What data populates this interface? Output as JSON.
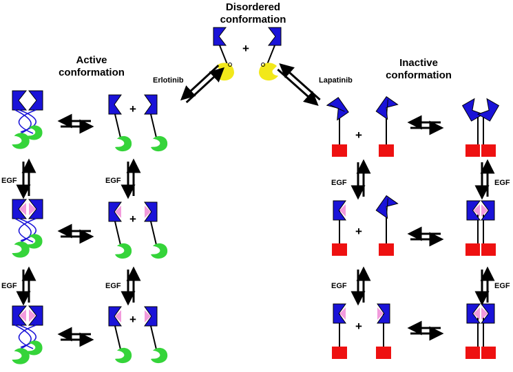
{
  "titles": {
    "disordered_line1": "Disordered",
    "disordered_line2": "conformation",
    "active_line1": "Active",
    "active_line2": "conformation",
    "inactive_line1": "Inactive",
    "inactive_line2": "conformation"
  },
  "drugs": {
    "left": "Erlotinib",
    "right": "Lapatinib"
  },
  "ligand_label": "EGF",
  "plus_sign": "+",
  "colors": {
    "kinase_domain": "#1a13d8",
    "bound_egf": "#f29bdc",
    "juxtamembrane": "#35d43a",
    "disordered_tail": "#f2e81a",
    "inactive_block": "#ee1111",
    "outline": "#000000"
  }
}
